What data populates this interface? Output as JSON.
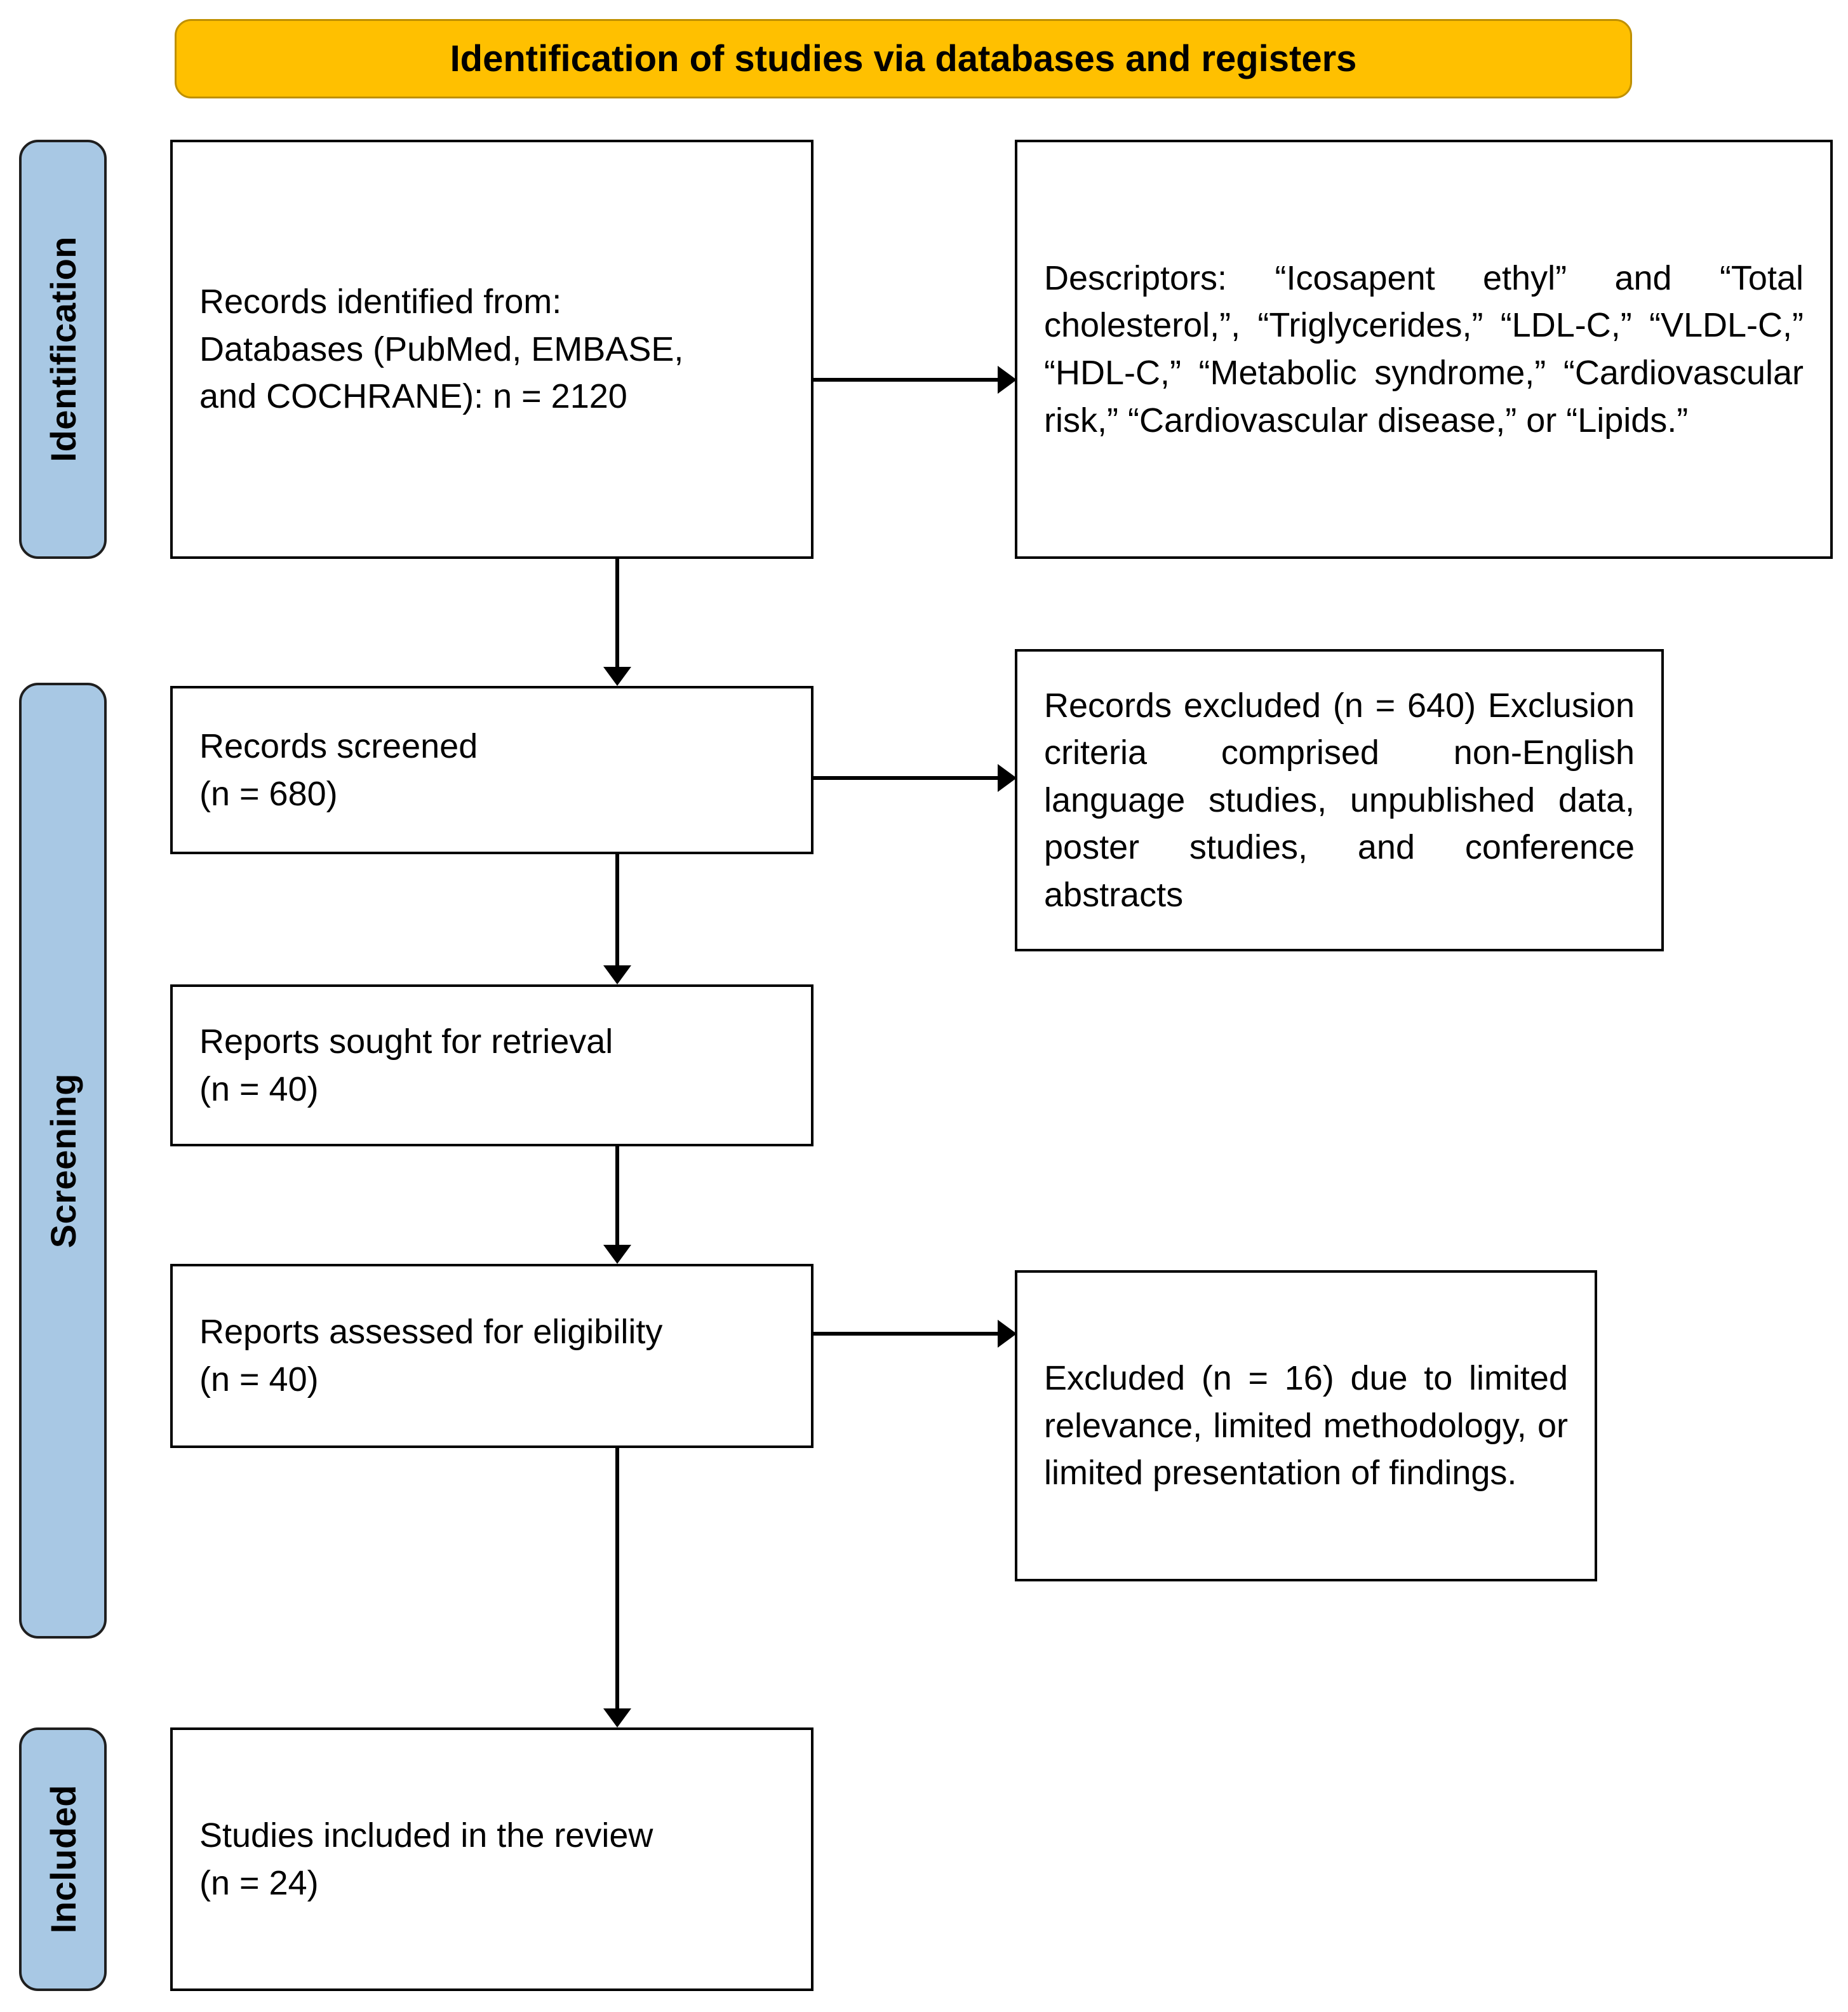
{
  "diagram": {
    "title": "Identification of studies via databases and registers",
    "colors": {
      "banner_fill": "#FFC000",
      "banner_border": "#BF9000",
      "stage_band_fill": "#A8C8E4",
      "box_border": "#000000",
      "box_fill": "#FFFFFF",
      "arrow": "#000000"
    }
  },
  "stages": [
    {
      "label": "Identification"
    },
    {
      "label": "Screening"
    },
    {
      "label": "Included"
    }
  ],
  "boxes": {
    "records_identified": "Records identified from:\nDatabases (PubMed, EMBASE,\nand COCHRANE): n = 2120",
    "descriptors": "Descriptors: “Icosapent ethyl” and “Total cholesterol,”, “Triglycerides,” “LDL-C,” “VLDL-C,” “HDL-C,” “Metabolic syndrome,” “Cardiovascular risk,” “Cardiovascular disease,” or “Lipids.”",
    "records_screened": "Records screened\n(n = 680)",
    "records_excluded": "Records excluded (n = 640) Exclusion criteria comprised non-English language studies, unpublished data, poster studies, and conference abstracts",
    "reports_sought": "Reports sought for retrieval\n(n = 40)",
    "reports_assessed": "Reports assessed for eligibility\n(n = 40)",
    "reports_excluded": "Excluded (n = 16) due to limited relevance, limited methodology, or limited presentation of findings.",
    "studies_included": "Studies included in the review\n(n = 24)"
  },
  "counts": {
    "records_identified": 2120,
    "records_screened": 680,
    "records_excluded": 640,
    "reports_sought": 40,
    "reports_assessed": 40,
    "reports_excluded": 16,
    "studies_included": 24
  },
  "arrows": [
    {
      "name": "identified-to-descriptors",
      "direction": "right"
    },
    {
      "name": "identified-to-screened",
      "direction": "down"
    },
    {
      "name": "screened-to-excluded",
      "direction": "right"
    },
    {
      "name": "screened-to-sought",
      "direction": "down"
    },
    {
      "name": "sought-to-assessed",
      "direction": "down"
    },
    {
      "name": "assessed-to-excluded",
      "direction": "right"
    },
    {
      "name": "assessed-to-included",
      "direction": "down"
    }
  ]
}
